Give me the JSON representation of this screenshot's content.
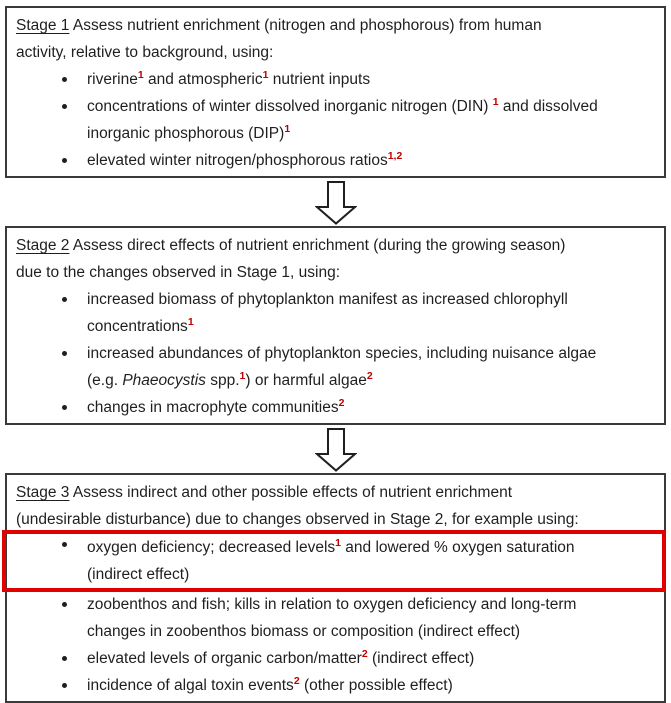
{
  "colors": {
    "text": "#1f1f1f",
    "box_border": "#3a3a3a",
    "superscript": "#c00000",
    "highlight_border": "#e10000",
    "background": "#ffffff"
  },
  "stages": [
    {
      "title": "_Stage 1_ Assess nutrient enrichment (nitrogen and phosphorous) from human\nactivity, relative to background, using:",
      "bullets": [
        {
          "text": "riverine^1^ and atmospheric^1^ nutrient inputs"
        },
        {
          "text": "concentrations of winter dissolved inorganic nitrogen (DIN) ^1^ and dissolved\ninorganic phosphorous (DIP)^1^"
        },
        {
          "text": "elevated winter nitrogen/phosphorous ratios^1,2^"
        }
      ]
    },
    {
      "title": "_Stage 2_ Assess direct effects of nutrient enrichment (during the growing season)\ndue to the changes observed in Stage 1, using:",
      "bullets": [
        {
          "text": "increased biomass of phytoplankton manifest as increased chlorophyll\nconcentrations^1^"
        },
        {
          "text": "increased abundances of phytoplankton species, including nuisance algae\n(e.g. *Phaeocystis* spp.^1^) or harmful algae^2^"
        },
        {
          "text": "changes in macrophyte communities^2^"
        }
      ]
    },
    {
      "title": "_Stage 3_ Assess indirect and other possible effects of nutrient enrichment\n(undesirable disturbance) due to changes observed in Stage 2, for example using:",
      "bullets": [
        {
          "text": "oxygen deficiency; decreased levels^1^ and lowered % oxygen saturation\n(indirect effect)",
          "highlighted": true
        },
        {
          "text": "zoobenthos and fish; kills in relation to oxygen deficiency and long-term\nchanges in zoobenthos biomass or composition (indirect effect)"
        },
        {
          "text": "elevated levels of organic carbon/matter^2^ (indirect effect)"
        },
        {
          "text": "incidence of algal toxin events^2^ (other possible effect)"
        }
      ]
    }
  ]
}
